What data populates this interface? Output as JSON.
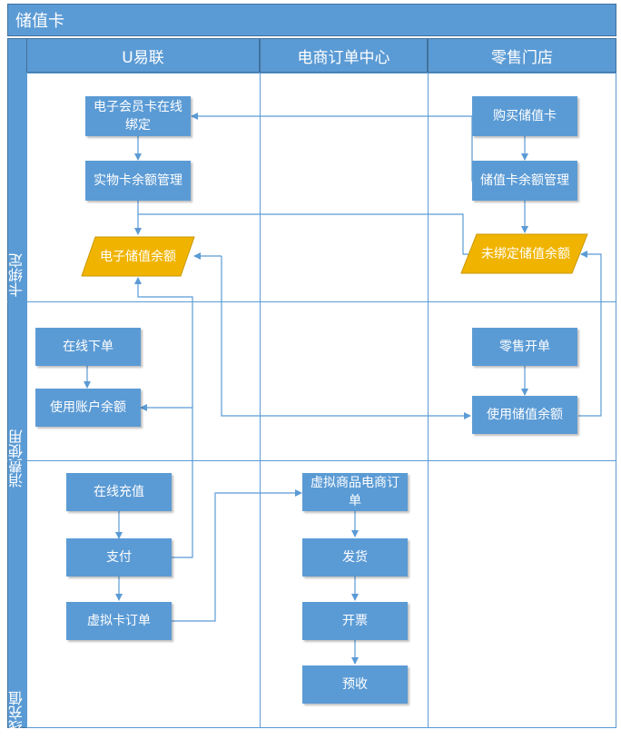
{
  "title": "储值卡",
  "columns": [
    "U易联",
    "电商订单中心",
    "零售门店"
  ],
  "lanes": [
    "卡绑定",
    "消费使用",
    "在线充值"
  ],
  "nodes": {
    "e_card_bind": "电子会员卡在线绑定",
    "physical_balance": "实物卡余额管理",
    "e_value_balance": "电子储值余额",
    "buy_card": "购买储值卡",
    "card_balance_mgmt": "储值卡余额管理",
    "unbound_balance": "未绑定储值余额",
    "online_order": "在线下单",
    "use_account_balance": "使用账户余额",
    "retail_order": "零售开单",
    "use_card_balance": "使用储值余额",
    "online_recharge": "在线充值",
    "pay": "支付",
    "virtual_card_order": "虚拟卡订单",
    "virtual_goods_order": "虚拟商品电商订单",
    "ship": "发货",
    "invoice": "开票",
    "pre_receipt": "预收"
  },
  "colors": {
    "node": "#5b9bd5",
    "data": "#f0b400",
    "line": "#5b9bd5"
  }
}
